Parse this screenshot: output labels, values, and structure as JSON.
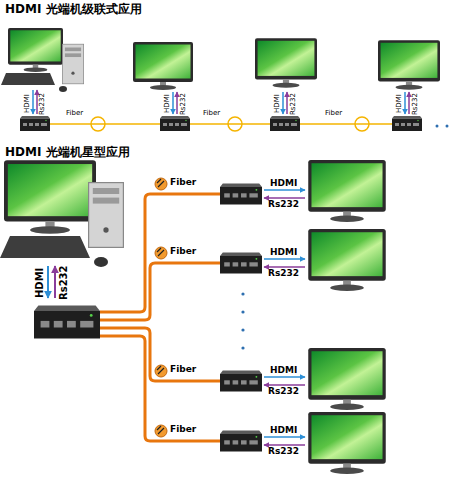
{
  "diagram": {
    "labels": [
      "HDMI 光端机级联式应用",
      "HDMI",
      "Rs232",
      "Fiber",
      "HDMI",
      "Rs232",
      "Fiber",
      "HDMI",
      "Rs232",
      "Fiber",
      "HDMI",
      "Rs232",
      "HDMI 光端机星型应用",
      "HDMI",
      "Rs232",
      "Fiber",
      "HDMI",
      "Rs232",
      "Fiber",
      "HDMI",
      "Rs232",
      "Fiber",
      "HDMI",
      "Rs232",
      "Fiber",
      "HDMI",
      "Rs232"
    ]
  }
}
